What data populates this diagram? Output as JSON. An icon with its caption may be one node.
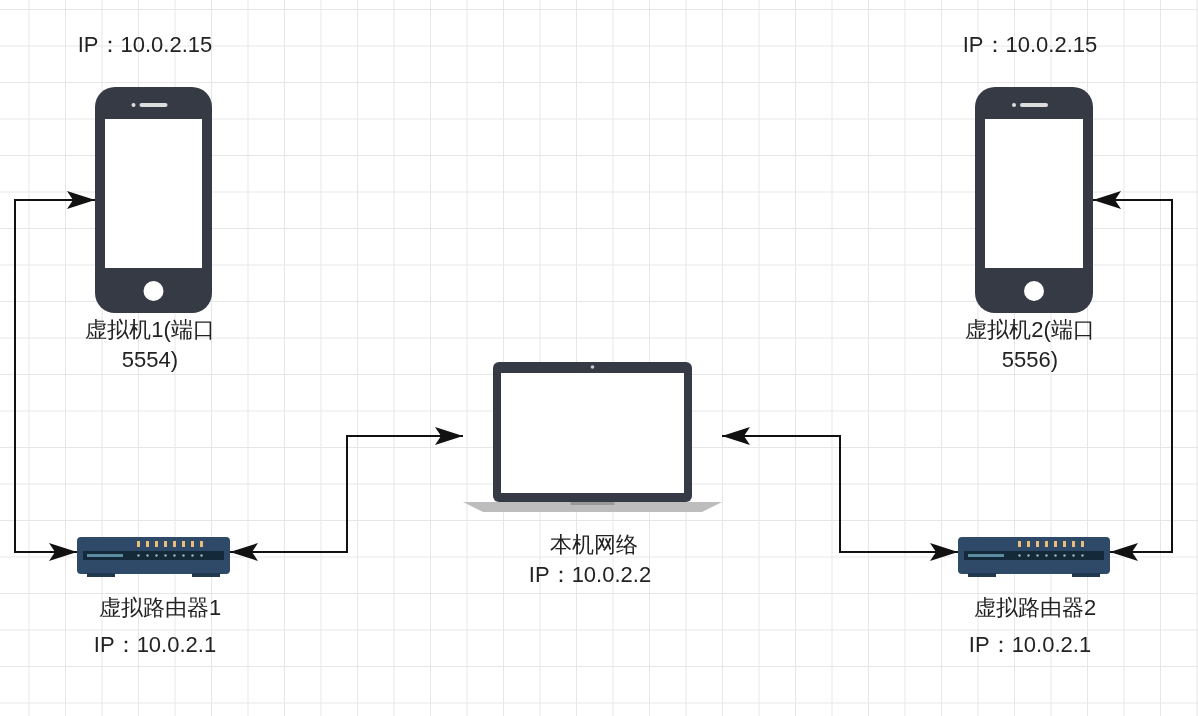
{
  "diagram": {
    "nodes": [
      {
        "text": [],
        "shape": "picture",
        "beside": [
          "IP：10.0.2.15",
          "虚拟机1(端口5554)"
        ]
      },
      {
        "text": [],
        "shape": "picture",
        "beside": [
          "虚拟路由器1",
          "IP：10.0.2.1"
        ]
      },
      {
        "text": [],
        "shape": "picture",
        "beside": [
          "本机网络",
          "IP：10.0.2.2"
        ]
      },
      {
        "text": [],
        "shape": "picture",
        "beside": [
          "IP：10.0.2.15",
          "虚拟机2(端口5556)"
        ]
      },
      {
        "text": [],
        "shape": "picture",
        "beside": [
          "虚拟路由器2",
          "IP：10.0.2.1"
        ]
      }
    ],
    "edges": [
      {
        "from": 1,
        "to": 0,
        "arrow": "both"
      },
      {
        "from": 1,
        "to": 2,
        "arrow": "both"
      },
      {
        "from": 4,
        "to": 2,
        "arrow": "both"
      },
      {
        "from": 4,
        "to": 3,
        "arrow": "both"
      }
    ]
  }
}
